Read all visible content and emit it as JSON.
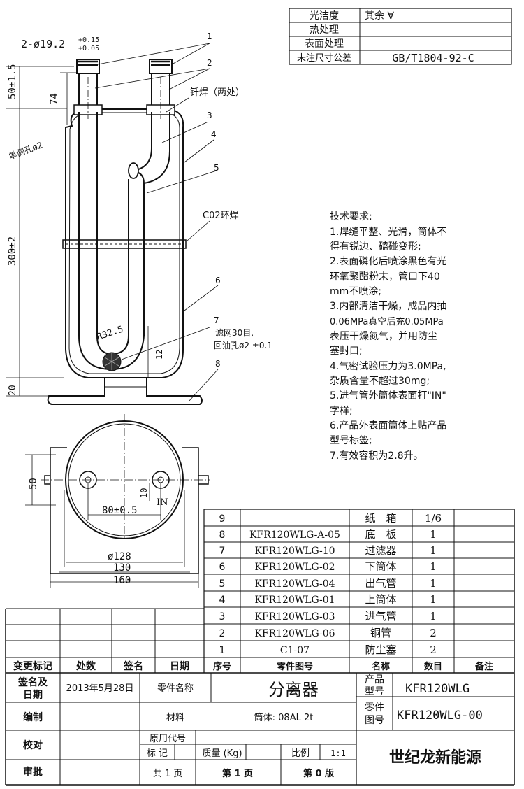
{
  "surface_table": [
    {
      "label": "光洁度",
      "value": "其余 ∀"
    },
    {
      "label": "热处理",
      "value": ""
    },
    {
      "label": "表面处理",
      "value": ""
    },
    {
      "label": "未注尺寸公差",
      "value": "GB/T1804-92-C"
    }
  ],
  "callout_numbers": [
    "1",
    "2",
    "3",
    "4",
    "5",
    "6",
    "7",
    "8"
  ],
  "front_view": {
    "pipe_dim": "2-ø19.2",
    "pipe_tol_upper": "+0.15",
    "pipe_tol_lower": "+0.05",
    "dim_50": "50±1.5",
    "dim_74": "74",
    "side_hole": "单侧孔ø2",
    "dim_300": "300±2",
    "brazing": "钎焊（两处）",
    "ring_weld": "C02环焊",
    "radius": "R32.5",
    "filter_note": "滤网30目,",
    "oil_hole": "回油孔ø2 ±0.1",
    "dim_12": "12",
    "dim_20": "20"
  },
  "bottom_view": {
    "dim_50": "50",
    "dim_10": "10",
    "in_mark": "IN",
    "dim_80": "80±0.5",
    "dim_d128": "ø128",
    "dim_130": "130",
    "dim_160": "160"
  },
  "tech_requirements": {
    "heading": "技术要求:",
    "lines": [
      "1.焊缝平整、光滑，筒体不",
      "  得有锐边、磕碰变形;",
      "2.表面磷化后喷涂黑色有光",
      "  环氧聚酯粉末，管口下40",
      "  mm不喷涂;",
      "3.内部清洁干燥，成品内抽",
      "  0.06MPa真空后充0.05MPa",
      "  表压干燥氮气，并用防尘",
      "  塞封口;",
      "4.气密试验压力为3.0MPa,",
      "  杂质含量不超过30mg;",
      "5.进气管外筒体表面打\"IN\"",
      "  字样;",
      "6.产品外表面筒体上贴产品",
      "  型号标签;",
      "7.有效容积为2.8升。"
    ]
  },
  "bom": {
    "rows": [
      {
        "no": "9",
        "code": "",
        "name": "纸　箱",
        "qty": "1/6"
      },
      {
        "no": "8",
        "code": "KFR120WLG-A-05",
        "name": "底　板",
        "qty": "1"
      },
      {
        "no": "7",
        "code": "KFR120WLG-10",
        "name": "过滤器",
        "qty": "1"
      },
      {
        "no": "6",
        "code": "KFR120WLG-02",
        "name": "下筒体",
        "qty": "1"
      },
      {
        "no": "5",
        "code": "KFR120WLG-04",
        "name": "出气管",
        "qty": "1"
      },
      {
        "no": "4",
        "code": "KFR120WLG-01",
        "name": "上筒体",
        "qty": "1"
      },
      {
        "no": "3",
        "code": "KFR120WLG-03",
        "name": "进气管",
        "qty": "1"
      },
      {
        "no": "2",
        "code": "KFR120WLG-06",
        "name": "铜管",
        "qty": "2"
      },
      {
        "no": "1",
        "code": "C1-07",
        "name": "防尘塞",
        "qty": "2"
      }
    ],
    "headers": {
      "change_mark": "变更标记",
      "count": "处数",
      "signature": "签名",
      "date": "日期",
      "seq": "序号",
      "part_code": "零件图号",
      "name": "名称",
      "qty": "数目",
      "note": "备注"
    }
  },
  "title_block": {
    "sign_date_label": "签名及日期",
    "sign_date_line1": "签名及",
    "sign_date_line2": "日期",
    "date": "2013年5月28日",
    "part_name_label": "零件名称",
    "part_name": "分离器",
    "product_model_l1": "产品",
    "product_model_l2": "型号",
    "product_model": "KFR120WLG",
    "compile_label": "编制",
    "material_label": "材料",
    "material": "筒体: 08AL 2t",
    "part_no_l1": "零件",
    "part_no_l2": "图号",
    "part_no": "KFR120WLG-00",
    "check_label": "校对",
    "orig_code_label": "原用代号",
    "mark_label": "标 记",
    "mass_label": "质量 (Kg)",
    "scale_label": "比例",
    "scale": "1:1",
    "approve_label": "审批",
    "total_pages": "共 1 页",
    "page_no": "第 1 页",
    "version": "第 0 版",
    "company": "世纪龙新能源"
  }
}
